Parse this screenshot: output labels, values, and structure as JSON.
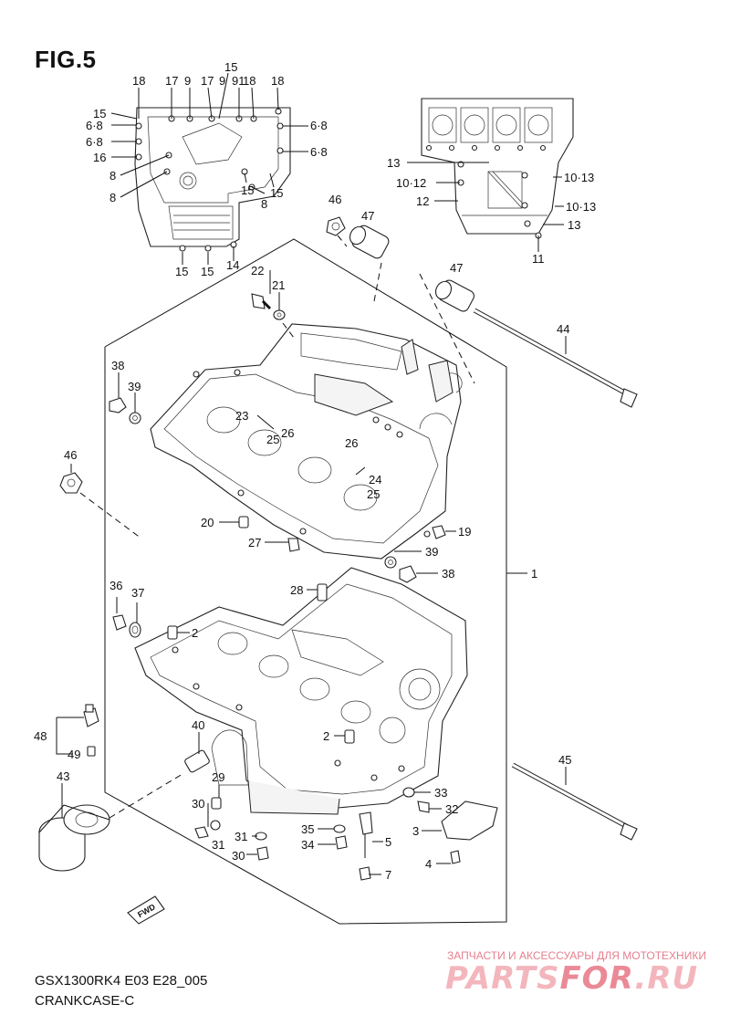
{
  "figure": {
    "title": "FIG.5",
    "model_code": "GSX1300RK4 E03 E28_005",
    "section_name": "CRANKCASE-C"
  },
  "watermark": {
    "tagline": "ЗАПЧАСТИ И АКСЕССУАРЫ ДЛЯ МОТОТЕХНИКИ",
    "brand_part1": "PARTS",
    "brand_part2": "FOR",
    "brand_part3": ".RU"
  },
  "fwd_label": "FWD",
  "callouts": {
    "c1": "1",
    "c2a": "2",
    "c2b": "2",
    "c3": "3",
    "c4": "4",
    "c5": "5",
    "c7": "7",
    "c8a": "8",
    "c8b": "8",
    "c8c": "8",
    "c9a": "9",
    "c9b": "9",
    "c1013a": "10·13",
    "c1013b": "10·13",
    "c1012": "10·12",
    "c11": "11",
    "c12": "12",
    "c13a": "13",
    "c13b": "13",
    "c14": "14",
    "c15a": "15",
    "c15b": "15",
    "c15c": "15",
    "c15d": "15",
    "c15e": "15",
    "c15f": "15",
    "c16": "16",
    "c17a": "17",
    "c17b": "17",
    "c18a": "18",
    "c18b": "18",
    "c18c": "18",
    "c91": "91",
    "c19": "19",
    "c20": "20",
    "c21": "21",
    "c22": "22",
    "c23": "23",
    "c24": "24",
    "c25a": "25",
    "c25b": "25",
    "c26a": "26",
    "c26b": "26",
    "c27": "27",
    "c28": "28",
    "c29": "29",
    "c30a": "30",
    "c30b": "30",
    "c31a": "31",
    "c31b": "31",
    "c32": "32",
    "c33": "33",
    "c34": "34",
    "c35": "35",
    "c36": "36",
    "c37": "37",
    "c38a": "38",
    "c38b": "38",
    "c39a": "39",
    "c39b": "39",
    "c40": "40",
    "c43": "43",
    "c44": "44",
    "c45": "45",
    "c46a": "46",
    "c46b": "46",
    "c47a": "47",
    "c47b": "47",
    "c48": "48",
    "c49": "49",
    "c68a": "6·8",
    "c68b": "6·8",
    "c68c": "6·8",
    "c68d": "6·8"
  }
}
